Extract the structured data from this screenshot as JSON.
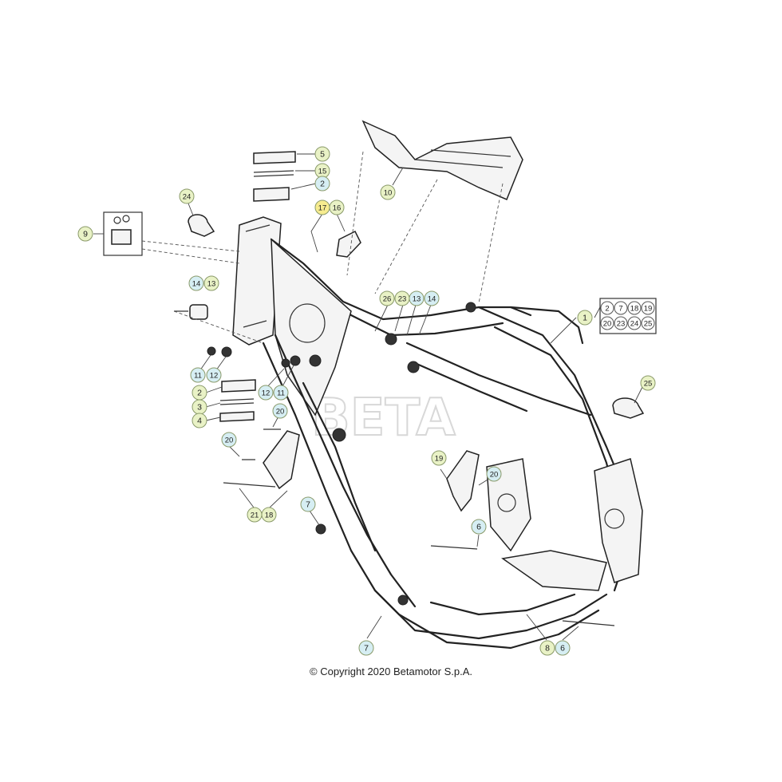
{
  "copyright": "© Copyright 2020 Betamotor S.p.A.",
  "watermark": "BETA",
  "colors": {
    "callout_green": "#e9f2c6",
    "callout_teal": "#d6eef3",
    "callout_yellow": "#f7ec8f",
    "callout_stroke": "#8a9a6a"
  },
  "callouts": [
    {
      "id": "c5",
      "label": "5",
      "tone": "green"
    },
    {
      "id": "c15",
      "label": "15",
      "tone": "green"
    },
    {
      "id": "c2a",
      "label": "2",
      "tone": "teal"
    },
    {
      "id": "c24",
      "label": "24",
      "tone": "green"
    },
    {
      "id": "c17",
      "label": "17",
      "tone": "yellow"
    },
    {
      "id": "c16",
      "label": "16",
      "tone": "green"
    },
    {
      "id": "c10",
      "label": "10",
      "tone": "green"
    },
    {
      "id": "c9",
      "label": "9",
      "tone": "green"
    },
    {
      "id": "c14a",
      "label": "14",
      "tone": "teal"
    },
    {
      "id": "c13a",
      "label": "13",
      "tone": "green"
    },
    {
      "id": "c26",
      "label": "26",
      "tone": "green"
    },
    {
      "id": "c23",
      "label": "23",
      "tone": "green"
    },
    {
      "id": "c13b",
      "label": "13",
      "tone": "teal"
    },
    {
      "id": "c14b",
      "label": "14",
      "tone": "teal"
    },
    {
      "id": "c1",
      "label": "1",
      "tone": "green"
    },
    {
      "id": "c11a",
      "label": "11",
      "tone": "teal"
    },
    {
      "id": "c12a",
      "label": "12",
      "tone": "teal"
    },
    {
      "id": "c12b",
      "label": "12",
      "tone": "teal"
    },
    {
      "id": "c11b",
      "label": "11",
      "tone": "teal"
    },
    {
      "id": "c2b",
      "label": "2",
      "tone": "green"
    },
    {
      "id": "c3",
      "label": "3",
      "tone": "green"
    },
    {
      "id": "c4",
      "label": "4",
      "tone": "green"
    },
    {
      "id": "c20a",
      "label": "20",
      "tone": "teal"
    },
    {
      "id": "c20b",
      "label": "20",
      "tone": "teal"
    },
    {
      "id": "c25",
      "label": "25",
      "tone": "green"
    },
    {
      "id": "c19",
      "label": "19",
      "tone": "green"
    },
    {
      "id": "c20c",
      "label": "20",
      "tone": "teal"
    },
    {
      "id": "c21",
      "label": "21",
      "tone": "green"
    },
    {
      "id": "c18",
      "label": "18",
      "tone": "green"
    },
    {
      "id": "c7a",
      "label": "7",
      "tone": "teal"
    },
    {
      "id": "c6a",
      "label": "6",
      "tone": "teal"
    },
    {
      "id": "c7b",
      "label": "7",
      "tone": "teal"
    },
    {
      "id": "c8",
      "label": "8",
      "tone": "green"
    },
    {
      "id": "c6b",
      "label": "6",
      "tone": "teal"
    }
  ],
  "kit_legend": [
    "2",
    "7",
    "18",
    "19",
    "20",
    "23",
    "24",
    "25"
  ]
}
